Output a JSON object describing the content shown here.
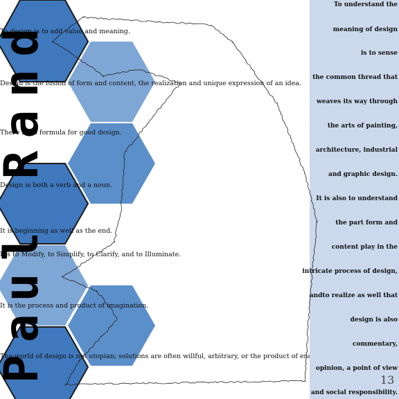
{
  "title_vertical": "Paul Rand",
  "quotes": [
    "To design is to add value and meaning.",
    "Design is the fusion of form and content, the realization and unique expression of an idea.",
    "There is no formula for good design.",
    "Design is both a verb and a noun.",
    " It is beginning as well as the end.",
    "It's to Modify, to Simplify, to Clarify, and to Illuminate.",
    "It is the process and product of imagination.",
    "The world of design is not utopian; solutions are often willful, arbitrary, or the product of endless compromise."
  ],
  "sidebar_lines": [
    "To understand the",
    "meaning of design",
    "is to sense",
    "the common thread that",
    "weaves its way through",
    "the arts of painting,",
    "architecture, industrial",
    "and graphic design.",
    "It is also to understand",
    "the part form and",
    "content play in the",
    "intricate process of design,",
    "andto realize as well that",
    "design is also",
    "commentary,",
    "opinion, a point of view",
    "and social responsibility."
  ],
  "page_number": "13",
  "colors": {
    "hex_dark": "#3f78bd",
    "hex_mid": "#5b8fca",
    "hex_light": "#7fa7d5",
    "sidebar_bg": "#ccd9ec"
  }
}
